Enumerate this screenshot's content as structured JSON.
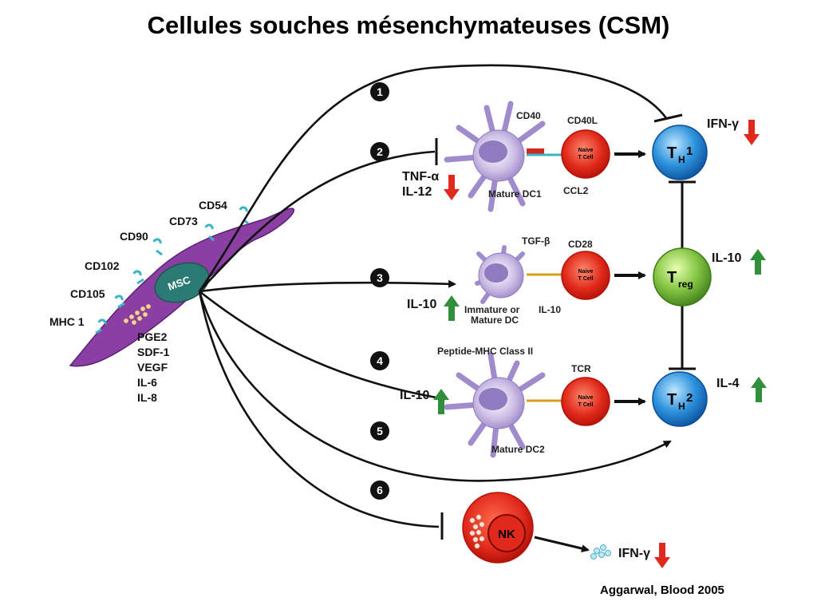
{
  "title": "Cellules souches mésenchymateuses (CSM)",
  "credit": "Aggarwal, Blood 2005",
  "msc": {
    "label": "MSC",
    "markers": [
      "MHC 1",
      "CD105",
      "CD102",
      "CD90",
      "CD73",
      "CD54"
    ],
    "secreted": [
      "PGE2",
      "SDF-1",
      "VEGF",
      "IL-6",
      "IL-8"
    ]
  },
  "pathways": [
    "1",
    "2",
    "3",
    "4",
    "5",
    "6"
  ],
  "dc1": {
    "label": "Mature DC1",
    "cd40": "CD40",
    "cd40l": "CD40L",
    "ccl2": "CCL2",
    "tnf": "TNF-α",
    "il12": "IL-12"
  },
  "dc_imm": {
    "label_line1": "Immature or",
    "label_line2": "Mature DC",
    "tgf": "TGF-β",
    "cd28": "CD28",
    "il10": "IL-10",
    "input": "IL-10"
  },
  "dc2": {
    "label": "Mature DC2",
    "peptide": "Peptide-MHC Class II",
    "tcr": "TCR",
    "input": "IL-10"
  },
  "naive": {
    "line1": "Naive",
    "line2": "T Cell"
  },
  "th1": {
    "main": "T",
    "sub": "H",
    "sup": "1",
    "cytokine": "IFN-γ",
    "trend": "down",
    "color": "#1a80d0"
  },
  "treg": {
    "main": "T",
    "sub": "reg",
    "cytokine": "IL-10",
    "trend": "up",
    "color": "#6cb43a"
  },
  "th2": {
    "main": "T",
    "sub": "H",
    "sup": "2",
    "cytokine": "IL-4",
    "trend": "up",
    "color": "#1a80d0"
  },
  "nk": {
    "label": "NK",
    "cytokine": "IFN-γ",
    "trend": "down"
  },
  "colors": {
    "msc": "#8b3fa3",
    "msc_nucleus": "#2b7a74",
    "dc": "#c7b8e0",
    "naive": "#e0281c",
    "up_arrow": "#2f8f3a",
    "down_arrow": "#e0281c"
  }
}
